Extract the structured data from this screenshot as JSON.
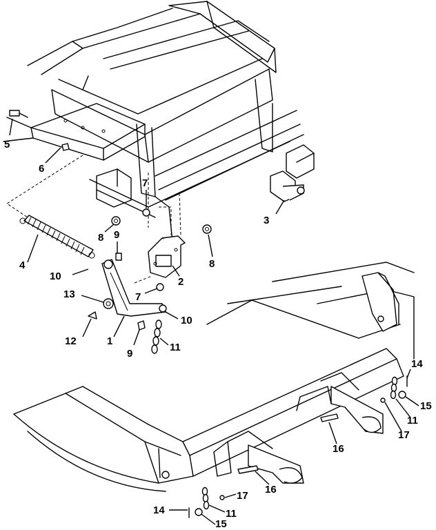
{
  "callouts": {
    "c1": "1",
    "c2": "2",
    "c3": "3",
    "c4": "4",
    "c5": "5",
    "c6": "6",
    "c7a": "7",
    "c7b": "7",
    "c8a": "8",
    "c8b": "8",
    "c9a": "9",
    "c9b": "9",
    "c10a": "10",
    "c10b": "10",
    "c11a": "11",
    "c11b": "11",
    "c11c": "11",
    "c12": "12",
    "c13": "13",
    "c14a": "14",
    "c14b": "14",
    "c15a": "15",
    "c15b": "15",
    "c16a": "16",
    "c16b": "16",
    "c17a": "17",
    "c17b": "17"
  }
}
